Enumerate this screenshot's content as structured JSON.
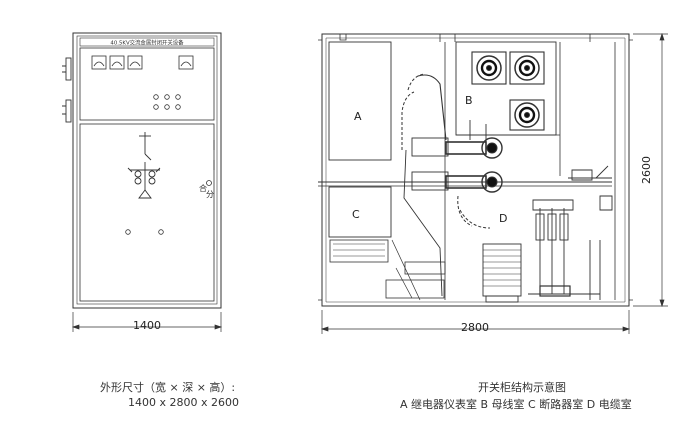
{
  "front_view": {
    "nameplate": "40.5KV交流金属封闭开关设备",
    "switch_label_on": "合",
    "switch_label_off": "分",
    "width_dimension": "1400"
  },
  "side_view": {
    "compartment_a": "A",
    "compartment_b": "B",
    "compartment_c": "C",
    "compartment_d": "D",
    "depth_dimension": "2800",
    "height_dimension": "2600"
  },
  "captions": {
    "overall_size_title": "外形尺寸（宽 × 深 × 高）:",
    "overall_size_values": "1400 x 2800 x 2600",
    "structure_title": "开关柜结构示意图",
    "structure_legend": "A 继电器仪表室  B 母线室  C 断路器室  D 电缆室"
  }
}
